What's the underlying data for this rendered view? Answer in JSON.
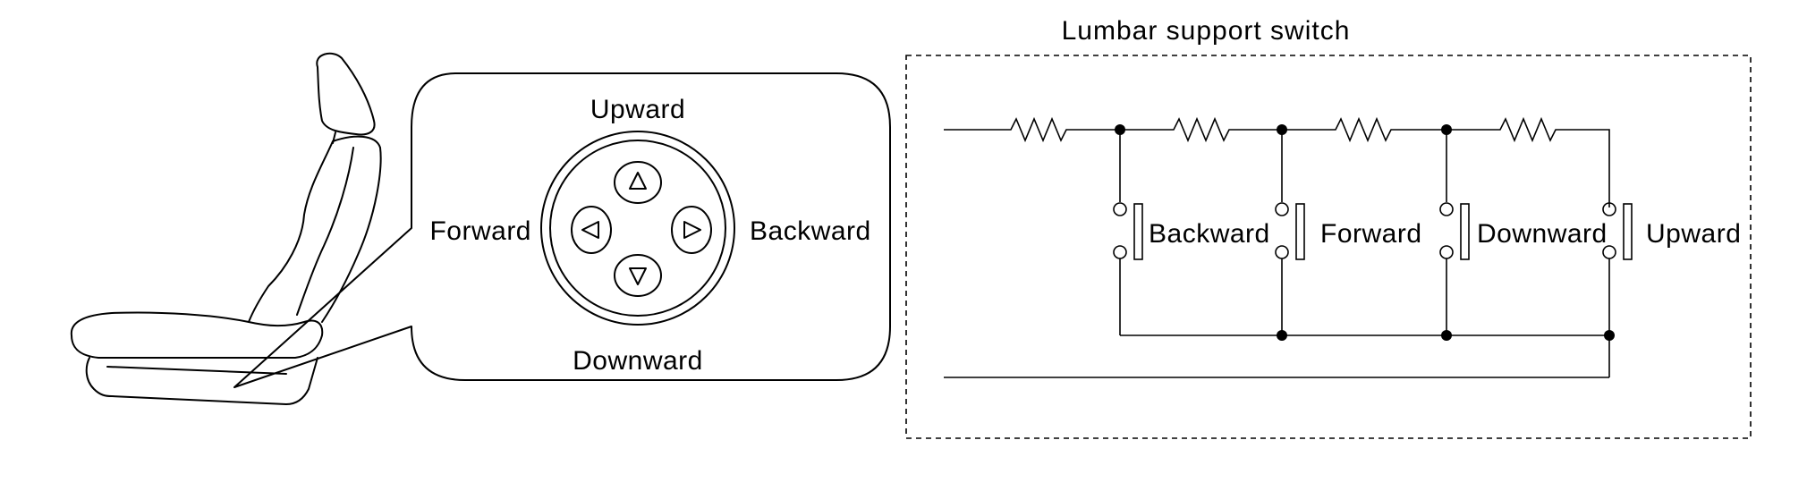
{
  "callout": {
    "upward_label": "Upward",
    "downward_label": "Downward",
    "forward_label": "Forward",
    "backward_label": "Backward"
  },
  "circuit": {
    "title": "Lumbar support switch",
    "switches": [
      {
        "label": "Backward"
      },
      {
        "label": "Forward"
      },
      {
        "label": "Downward"
      },
      {
        "label": "Upward"
      }
    ]
  },
  "colors": {
    "line": "#000000",
    "background": "#ffffff"
  }
}
